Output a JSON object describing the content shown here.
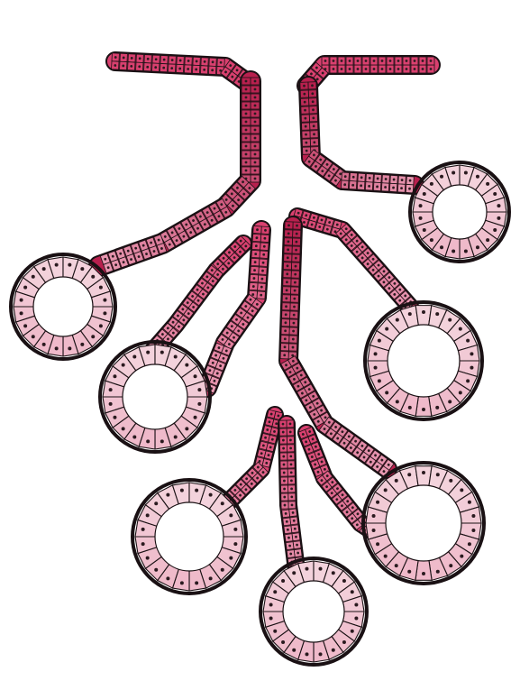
{
  "figure": {
    "subject": "compound-tubuloalveolar-gland-illustration",
    "palette": {
      "background": "#ffffff",
      "outline": "#1a1114",
      "duct_cells": "#d9406f",
      "duct_cells_dark": "#b8204e",
      "secretory_cells": "#f3d3dc",
      "secretory_cells_mid": "#e99ab3",
      "nucleus": "#2a1a1f"
    },
    "structures": [
      "surface-epithelium-left",
      "surface-epithelium-right",
      "main-duct-left",
      "main-duct-right",
      "branch-duct-center",
      "acinus-left-upper",
      "acinus-left-middle",
      "acinus-left-lower",
      "acinus-right-upper",
      "acinus-right-middle",
      "acinus-right-lower",
      "acinus-bottom-center"
    ]
  }
}
